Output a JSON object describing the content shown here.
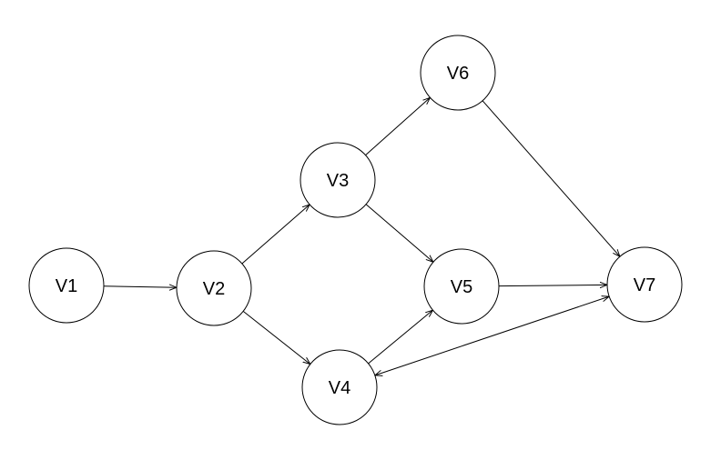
{
  "graph": {
    "nodes": [
      {
        "id": "V1",
        "label": "V1"
      },
      {
        "id": "V2",
        "label": "V2"
      },
      {
        "id": "V3",
        "label": "V3"
      },
      {
        "id": "V4",
        "label": "V4"
      },
      {
        "id": "V5",
        "label": "V5"
      },
      {
        "id": "V6",
        "label": "V6"
      },
      {
        "id": "V7",
        "label": "V7"
      }
    ],
    "edges": [
      {
        "from": "V1",
        "to": "V2",
        "directed": true,
        "bidirectional": false
      },
      {
        "from": "V2",
        "to": "V3",
        "directed": true,
        "bidirectional": false
      },
      {
        "from": "V2",
        "to": "V4",
        "directed": true,
        "bidirectional": false
      },
      {
        "from": "V3",
        "to": "V6",
        "directed": true,
        "bidirectional": false
      },
      {
        "from": "V3",
        "to": "V5",
        "directed": true,
        "bidirectional": false
      },
      {
        "from": "V4",
        "to": "V5",
        "directed": true,
        "bidirectional": false
      },
      {
        "from": "V6",
        "to": "V7",
        "directed": true,
        "bidirectional": false
      },
      {
        "from": "V5",
        "to": "V7",
        "directed": true,
        "bidirectional": false
      },
      {
        "from": "V4",
        "to": "V7",
        "directed": true,
        "bidirectional": true
      }
    ]
  }
}
